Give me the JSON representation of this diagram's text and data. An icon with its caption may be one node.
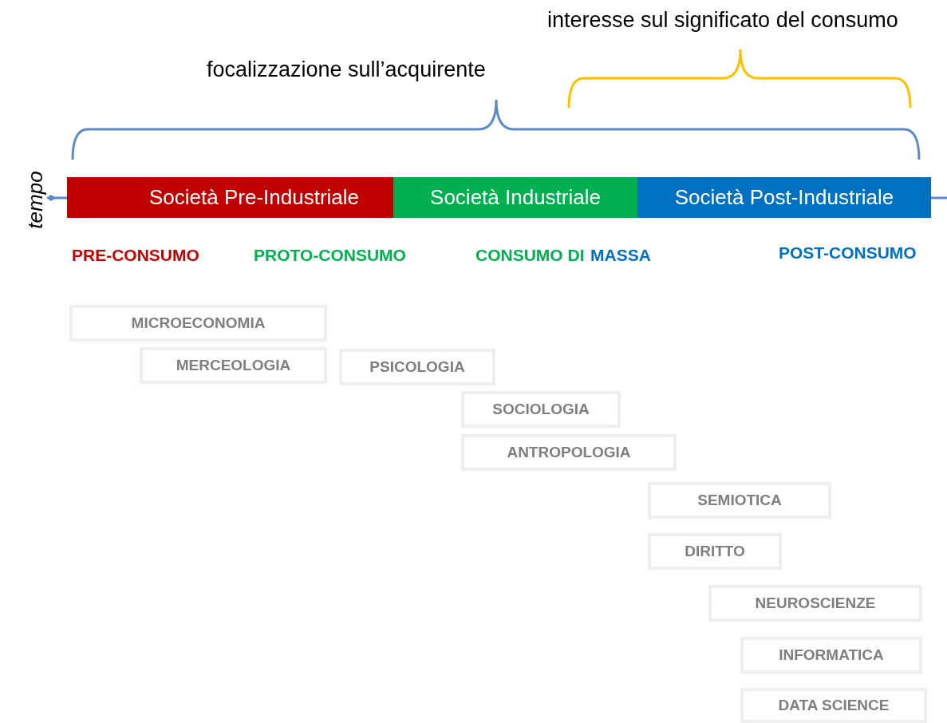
{
  "diagram": {
    "nodes": [
      {
        "text": [
          "Società Pre-Industriale"
        ]
      },
      {
        "text": [
          "Società Industriale"
        ]
      },
      {
        "text": [
          "Società Post-Industriale"
        ]
      },
      {
        "text": [
          "MICROECONOMIA"
        ]
      },
      {
        "text": [
          "MERCEOLOGIA"
        ]
      },
      {
        "text": [
          "PSICOLOGIA"
        ]
      },
      {
        "text": [
          "SOCIOLOGIA"
        ]
      },
      {
        "text": [
          "ANTROPOLOGIA"
        ]
      },
      {
        "text": [
          "SEMIOTICA"
        ]
      },
      {
        "text": [
          "DIRITTO"
        ]
      },
      {
        "text": [
          "NEUROSCIENZE"
        ]
      },
      {
        "text": [
          "INFORMATICA"
        ]
      },
      {
        "text": [
          "DATA SCIENCE"
        ]
      }
    ],
    "labels": [
      "interesse sul significato del consumo",
      "focalizzazione sull’acquirente",
      "tempo",
      "PRE-CONSUMO",
      "PROTO-CONSUMO",
      "CONSUMO DI",
      "MASSA",
      "POST-CONSUMO"
    ]
  }
}
